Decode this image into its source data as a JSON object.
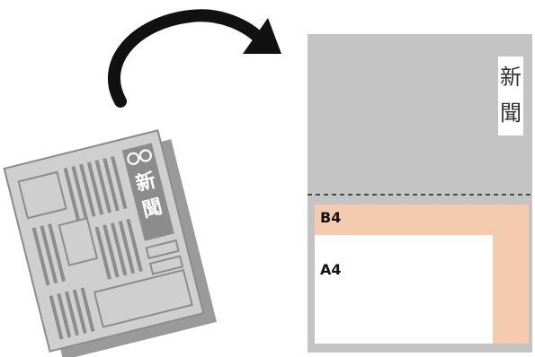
{
  "newspaper": {
    "title_circles": "〇〇",
    "title_char1": "新",
    "title_char2": "聞"
  },
  "sheet": {
    "label_char1": "新",
    "label_char2": "聞",
    "b4_label": "B4",
    "a4_label": "A4"
  },
  "colors": {
    "paper_gray": "#c8c8c8",
    "ink_gray": "#8c8c8c",
    "sheet_gray": "#c4c4c4",
    "b4_fill": "#f5cbb0",
    "a4_fill": "#ffffff",
    "arrow": "#111111"
  },
  "icons": {
    "arrow": "curved-arrow-icon",
    "newspaper": "newspaper-icon"
  }
}
